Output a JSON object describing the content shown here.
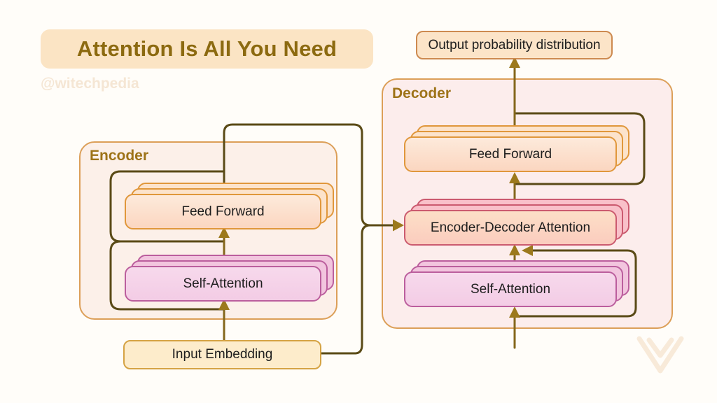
{
  "title": "Attention Is All You Need",
  "watermark": "@witechpedia",
  "output_box": {
    "label": "Output probability distribution"
  },
  "input_box": {
    "label": "Input Embedding"
  },
  "encoder": {
    "label": "Encoder",
    "blocks": [
      {
        "label": "Feed Forward"
      },
      {
        "label": "Self-Attention"
      }
    ]
  },
  "decoder": {
    "label": "Decoder",
    "blocks": [
      {
        "label": "Feed Forward"
      },
      {
        "label": "Encoder-Decoder Attention"
      },
      {
        "label": "Self-Attention"
      }
    ]
  },
  "icons": {
    "brand_logo": "chevron-shield-logo"
  },
  "colors": {
    "background": "#fffdf9",
    "title_text": "#8c6a10",
    "title_bg": "#fbe4c4",
    "section_label": "#9e7318",
    "container_border": "#dc9f58",
    "wire_line": "#5a4a16",
    "arrow_head": "#9c791c",
    "feed_forward_border": "#e0973b",
    "self_attention_border": "#bb5e9d",
    "encoder_decoder_attention_border": "#cb5a6f",
    "io_box_border_gold": "#d5a344",
    "io_box_border_orange": "#cd8a50"
  }
}
